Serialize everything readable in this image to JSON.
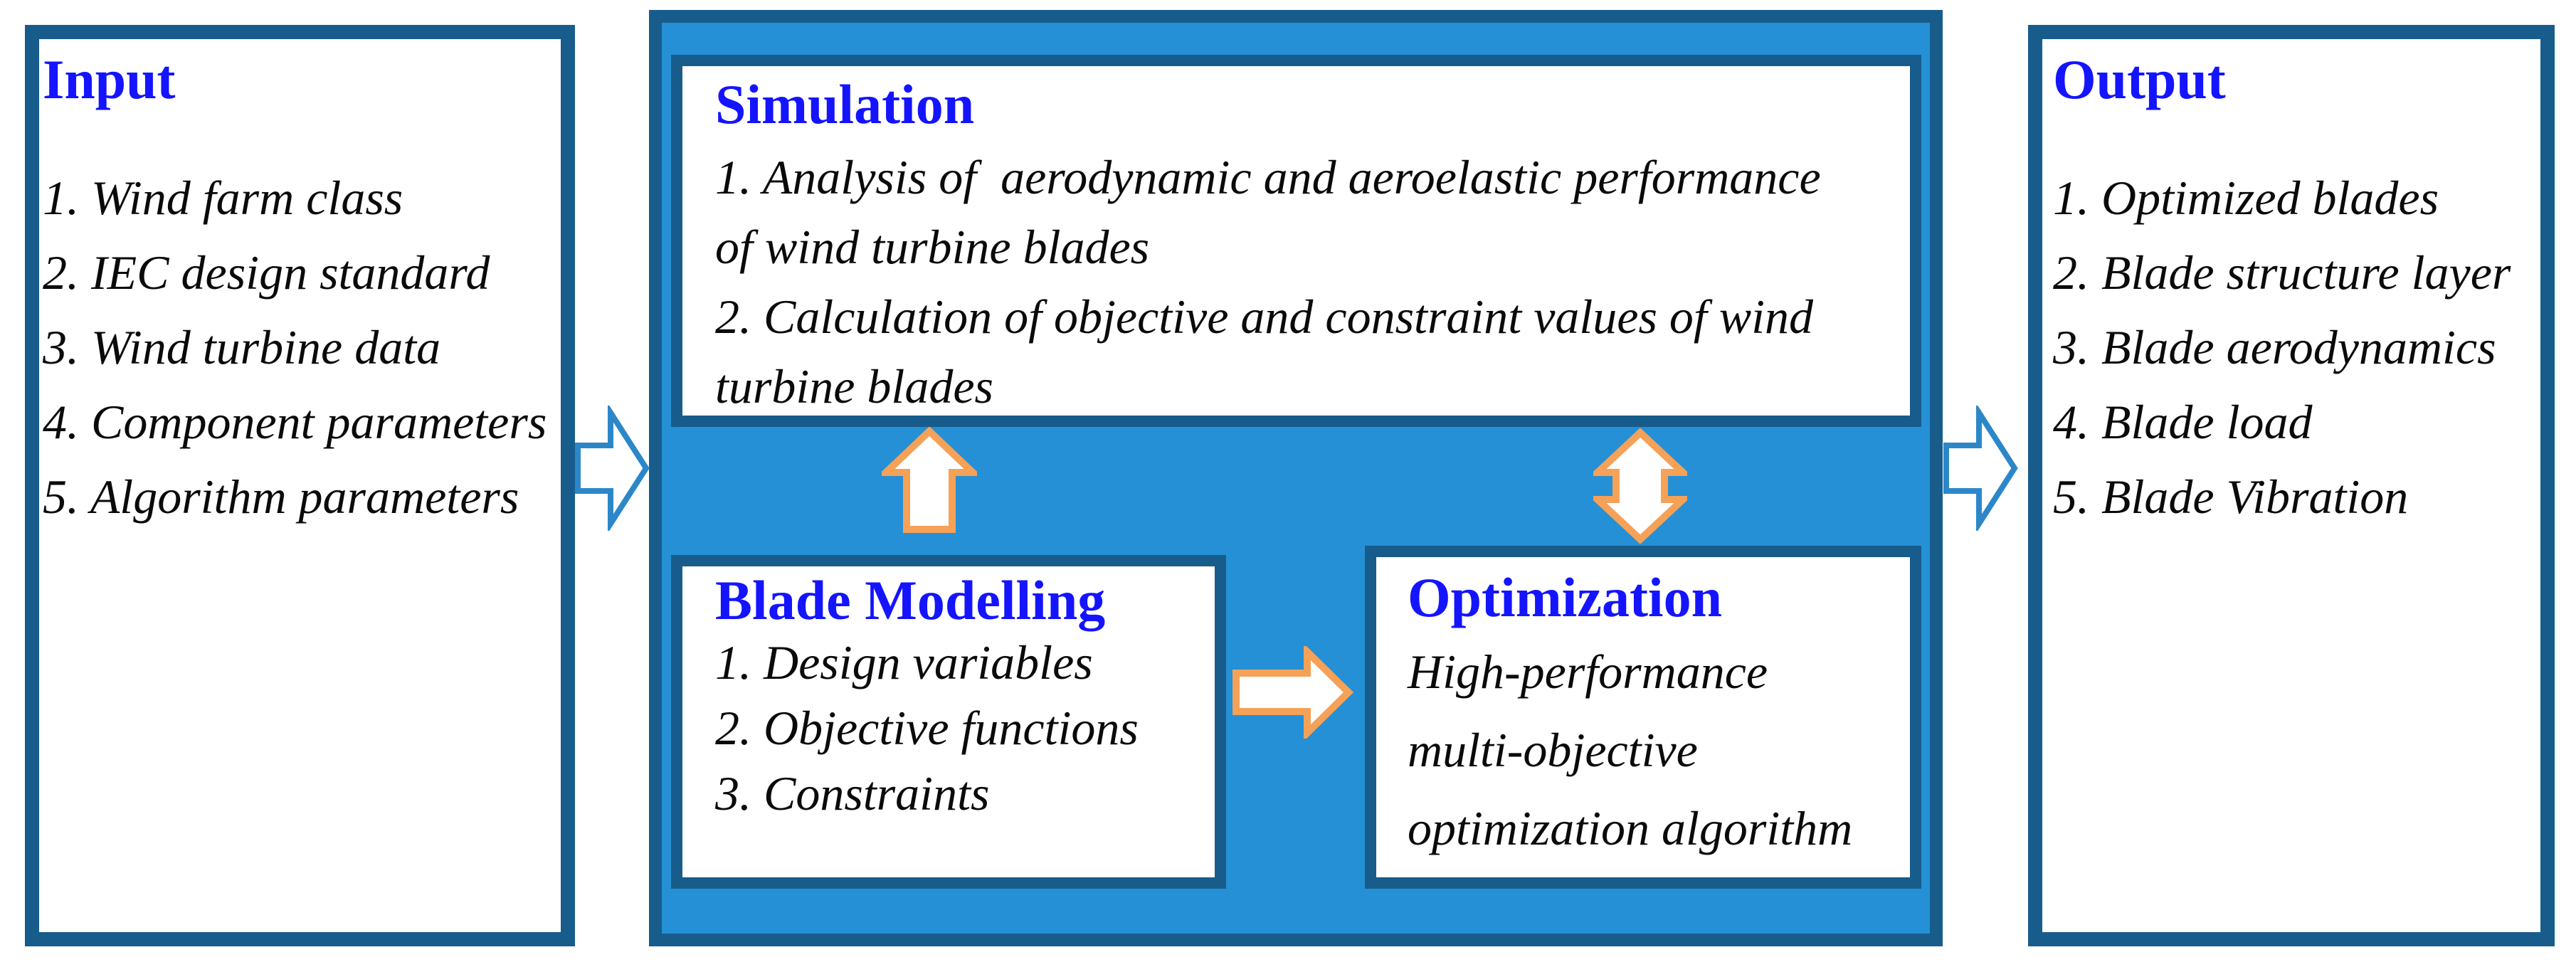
{
  "figure": {
    "type": "flow-diagram",
    "description": "Wind turbine blade multi-objective optimization framework"
  },
  "colors": {
    "panel_border": "#185C8C",
    "process_fill": "#2590D5",
    "heading_text": "#1414FF",
    "body_text": "#0A0A0A",
    "arrow_outline_blue": "#2C87C9",
    "arrow_outline_orange": "#F5A158",
    "arrow_fill": "#FFFFFF",
    "background": "#FFFFFF"
  },
  "input_panel": {
    "title": "Input",
    "items": [
      "1. Wind farm class",
      "2. IEC design standard",
      "3. Wind turbine data",
      "4. Component parameters",
      "5. Algorithm parameters"
    ]
  },
  "simulation_panel": {
    "title": "Simulation",
    "items": [
      {
        "lines": [
          "1. Analysis of  aerodynamic and aeroelastic performance",
          "of wind turbine blades"
        ]
      },
      {
        "lines": [
          "2. Calculation of objective and constraint values of wind",
          "turbine blades"
        ]
      }
    ]
  },
  "blade_modelling_panel": {
    "title": "Blade Modelling",
    "items": [
      "1. Design variables",
      "2. Objective functions",
      "3. Constraints"
    ]
  },
  "optimization_panel": {
    "title": "Optimization",
    "lines": [
      "High-performance",
      "multi-objective",
      "optimization algorithm"
    ]
  },
  "output_panel": {
    "title": "Output",
    "items": [
      "1. Optimized blades",
      "2. Blade structure layer",
      "3. Blade aerodynamics",
      "4. Blade load",
      "5. Blade Vibration"
    ]
  },
  "arrows": {
    "input_to_process": "block-arrow-right",
    "process_to_output": "block-arrow-right",
    "modelling_to_simulation": "block-arrow-up",
    "simulation_optimization_link": "block-arrow-up-down",
    "modelling_to_optimization": "block-arrow-right"
  }
}
